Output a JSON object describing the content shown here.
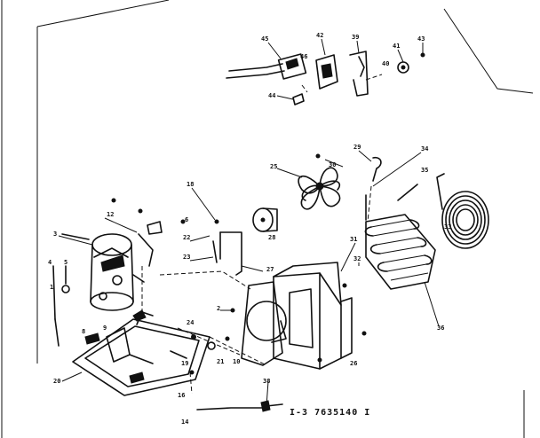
{
  "reference_code": "I-3  7635140 I",
  "callouts": [
    {
      "id": "c45",
      "text": "45"
    },
    {
      "id": "c42",
      "text": "42"
    },
    {
      "id": "c39",
      "text": "39"
    },
    {
      "id": "c41",
      "text": "41"
    },
    {
      "id": "c43",
      "text": "43"
    },
    {
      "id": "c40",
      "text": "40"
    },
    {
      "id": "c46",
      "text": "46"
    },
    {
      "id": "c44",
      "text": "44"
    },
    {
      "id": "c29",
      "text": "29"
    },
    {
      "id": "c34",
      "text": "34"
    },
    {
      "id": "c35",
      "text": "35"
    },
    {
      "id": "c30",
      "text": "30"
    },
    {
      "id": "c25",
      "text": "25"
    },
    {
      "id": "c33",
      "text": "33"
    },
    {
      "id": "c32",
      "text": "32"
    },
    {
      "id": "c18",
      "text": "18"
    },
    {
      "id": "c6",
      "text": "6"
    },
    {
      "id": "c12",
      "text": "12"
    },
    {
      "id": "c28",
      "text": "28"
    },
    {
      "id": "c22",
      "text": "22"
    },
    {
      "id": "c23",
      "text": "23"
    },
    {
      "id": "c27",
      "text": "27"
    },
    {
      "id": "c31",
      "text": "31"
    },
    {
      "id": "c26",
      "text": "26"
    },
    {
      "id": "c36",
      "text": "36"
    },
    {
      "id": "c3",
      "text": "3"
    },
    {
      "id": "c4",
      "text": "4"
    },
    {
      "id": "c5",
      "text": "5"
    },
    {
      "id": "c2",
      "text": "2"
    },
    {
      "id": "c1",
      "text": "1"
    },
    {
      "id": "c24",
      "text": "24"
    },
    {
      "id": "c21",
      "text": "21"
    },
    {
      "id": "c10",
      "text": "10"
    },
    {
      "id": "c20",
      "text": "20"
    },
    {
      "id": "c19",
      "text": "19"
    },
    {
      "id": "c16",
      "text": "16"
    },
    {
      "id": "c14",
      "text": "14"
    },
    {
      "id": "c38",
      "text": "38"
    },
    {
      "id": "c8",
      "text": "8"
    },
    {
      "id": "c9",
      "text": "9"
    }
  ]
}
